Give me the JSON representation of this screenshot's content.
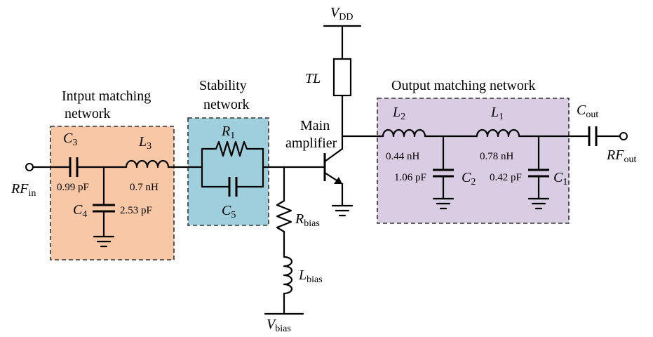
{
  "colors": {
    "input_box": "#f8c8a6",
    "stability_box": "#9fcfdc",
    "output_box": "#d8cde2",
    "wire": "#000000"
  },
  "regions": {
    "input_title_1": "Intput matching",
    "input_title_2": "network",
    "stability_title_1": "Stability",
    "stability_title_2": "network",
    "amp_title_1": "Main",
    "amp_title_2": "amplifier",
    "output_title": "Output matching network"
  },
  "ports": {
    "rf_in": {
      "main": "RF",
      "sub": "in"
    },
    "rf_out": {
      "main": "RF",
      "sub": "out"
    },
    "vdd": {
      "main": "V",
      "sub": "DD"
    },
    "vbias": {
      "main": "V",
      "sub": "bias"
    }
  },
  "components": {
    "c3": {
      "main": "C",
      "sub": "3",
      "value": "0.99 pF"
    },
    "c4": {
      "main": "C",
      "sub": "4",
      "value": "2.53 pF"
    },
    "l3": {
      "main": "L",
      "sub": "3",
      "value": "0.7 nH"
    },
    "r1": {
      "main": "R",
      "sub": "1"
    },
    "c5": {
      "main": "C",
      "sub": "5"
    },
    "rbias": {
      "main": "R",
      "sub": "bias"
    },
    "lbias": {
      "main": "L",
      "sub": "bias"
    },
    "tl": {
      "main": "TL"
    },
    "l2": {
      "main": "L",
      "sub": "2",
      "value": "0.44 nH"
    },
    "c2": {
      "main": "C",
      "sub": "2",
      "value": "1.06 pF"
    },
    "l1": {
      "main": "L",
      "sub": "1",
      "value": "0.78 nH"
    },
    "c1": {
      "main": "C",
      "sub": "1",
      "value": "0.42 pF"
    },
    "cout": {
      "main": "C",
      "sub": "out"
    }
  }
}
